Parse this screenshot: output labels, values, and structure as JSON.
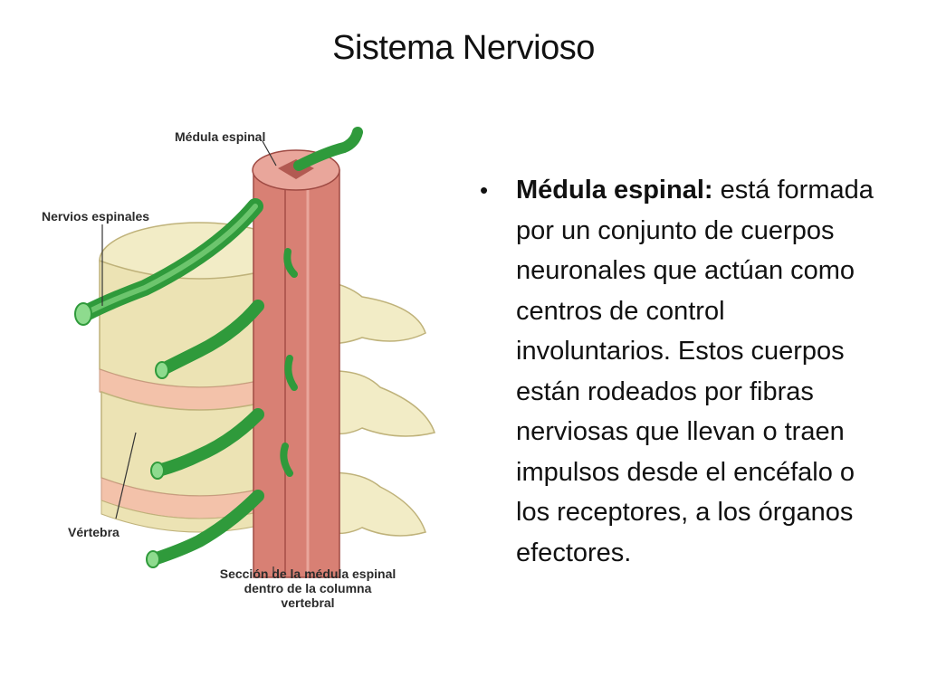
{
  "slide": {
    "title": "Sistema Nervioso"
  },
  "figure": {
    "labels": {
      "medula": "Médula espinal",
      "nervios": "Nervios espinales",
      "vertebra": "Vértebra",
      "seccion": "Sección de la médula espinal dentro de la columna vertebral"
    },
    "colors": {
      "bone": "#f2ecc6",
      "bone_shade": "#dcd3a0",
      "disc": "#f3c2aa",
      "cord": "#d88074",
      "cord_dark": "#b25a52",
      "nerve": "#2f9a3b",
      "nerve_light": "#6cc56d"
    }
  },
  "bullet": {
    "marker": "•",
    "term": "Médula espinal:",
    "text": " está formada por un conjunto de cuerpos neuronales que actúan como centros de control involuntarios. Estos cuerpos están rodeados por fibras nerviosas que llevan o traen impulsos desde el encéfalo o los receptores, a los órganos efectores."
  }
}
